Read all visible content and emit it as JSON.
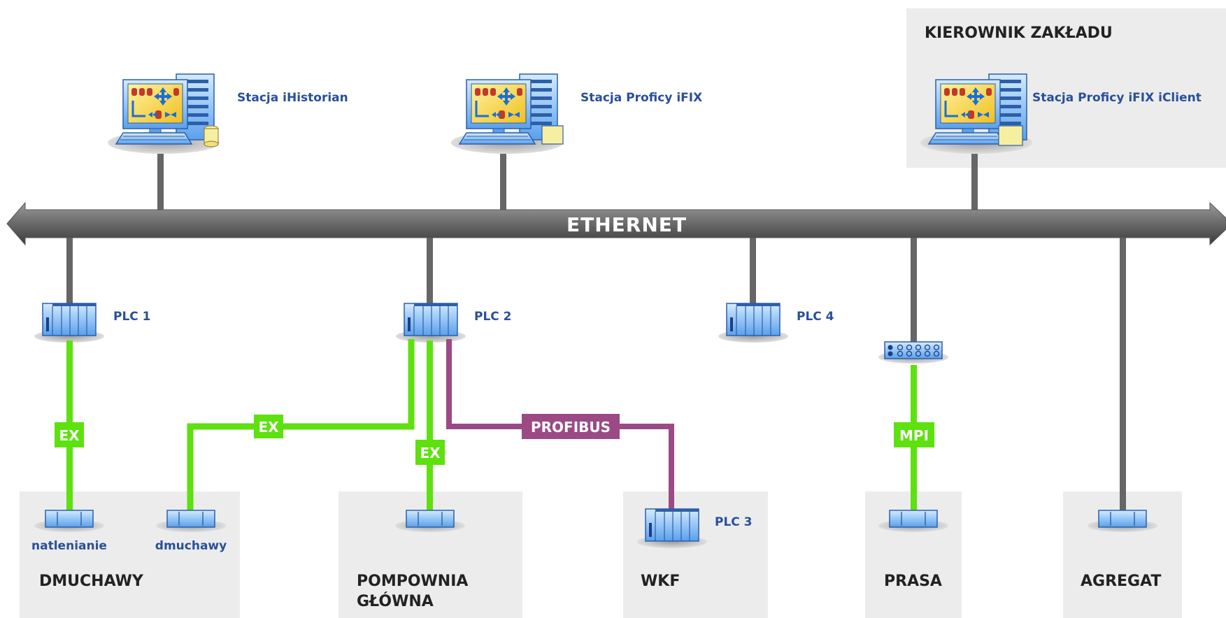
{
  "bus": {
    "label": "ETHERNET"
  },
  "zone_manager": {
    "title": "KIEROWNIK ZAKŁADU"
  },
  "stations": {
    "historian": "Stacja iHistorian",
    "scada": "Stacja Proficy iFIX",
    "client": "Stacja Proficy iFIX iClient"
  },
  "plcs": {
    "plc1": "PLC 1",
    "plc2": "PLC 2",
    "plc3": "PLC 3",
    "plc4": "PLC 4"
  },
  "devices": {
    "natlenianie": "natlenianie",
    "dmuchawy": "dmuchawy"
  },
  "areas": {
    "dmuchawy": "DMUCHAWY",
    "pompownia_line1": "POMPOWNIA",
    "pompownia_line2": "GŁÓWNA",
    "wkf": "WKF",
    "prasa": "PRASA",
    "agregat": "AGREGAT"
  },
  "links": {
    "ex1": "EX",
    "ex2": "EX",
    "ex3": "EX",
    "profibus": "PROFIBUS",
    "mpi": "MPI"
  },
  "colors": {
    "bus": "#6a6a6a",
    "ex_link": "#5de10f",
    "profibus_link": "#9b4a86",
    "mpi_link": "#5de10f",
    "area_bg": "#ececec",
    "label_blue": "#2a4f9a"
  }
}
